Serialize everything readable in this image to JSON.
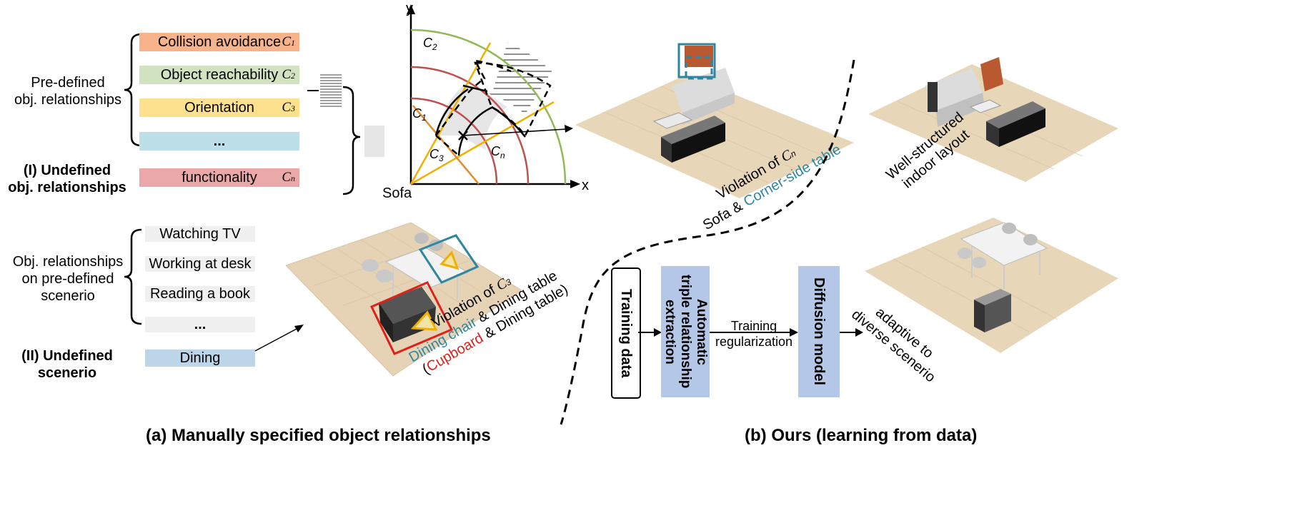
{
  "left_top": {
    "predefined_label": "Pre-defined\nobj. relationships",
    "bars": [
      {
        "label": "Collision avoidance",
        "sym": "C",
        "sub": "1",
        "color": "#f7b38a"
      },
      {
        "label": "Object reachability",
        "sym": "C",
        "sub": "2",
        "color": "#d2e3c1"
      },
      {
        "label": "Orientation",
        "sym": "C",
        "sub": "3",
        "color": "#fde18d"
      },
      {
        "label": "...",
        "sym": "",
        "sub": "",
        "color": "#bcdfea"
      }
    ],
    "undefined_label": "(I) Undefined\nobj. relationships",
    "undefined_bar": {
      "label": "functionality",
      "sym": "C",
      "sub": "n",
      "color": "#eaa8a8"
    }
  },
  "plot": {
    "y_label": "y",
    "x_label": "x",
    "origin_label": "Sofa",
    "c1": "C",
    "c1_sub": "1",
    "c2": "C",
    "c2_sub": "2",
    "c3": "C",
    "c3_sub": "3",
    "cn": "C",
    "cn_sub": "n"
  },
  "left_bottom": {
    "scenario_label": "Obj. relationships\non pre-defined\nscenerio",
    "items": [
      "Watching TV",
      "Working at desk",
      "Reading a book",
      "..."
    ],
    "undefined_label": "(II) Undefined\nscenerio",
    "undefined_item": "Dining"
  },
  "violation_top": {
    "line1": "Violation of ",
    "sym": "C",
    "sub": "n",
    "line2_a": "Sofa & ",
    "line2_b": "Corner-side table"
  },
  "violation_bottom": {
    "line1": "Violation of ",
    "sym": "C",
    "sub": "3",
    "line2_a": "Dining chair",
    "line2_b": " & Dining table",
    "line3_a": "(",
    "line3_b": "Cupboard",
    "line3_c": " & Dining table)"
  },
  "right": {
    "well_structured": "Well-structured\nindoor layout",
    "adaptive": "adaptive to\ndiverse scenerio",
    "training_data": "Training data",
    "auto_extract": "Automatic\ntriple relationship\nextraction",
    "training_reg": "Training\nregularization",
    "diffusion": "Diffusion model"
  },
  "captions": {
    "a": "(a) Manually specified object relationships",
    "b": "(b) Ours (learning from data)"
  },
  "colors": {
    "teal": "#2e86a0",
    "red": "#e0201b",
    "blue_box": "#b4c7e7",
    "c2_arc": "#8fba55",
    "c1_arc": "#c0504d",
    "c3_line": "#f0b000",
    "orange_line": "#e58a2a"
  }
}
